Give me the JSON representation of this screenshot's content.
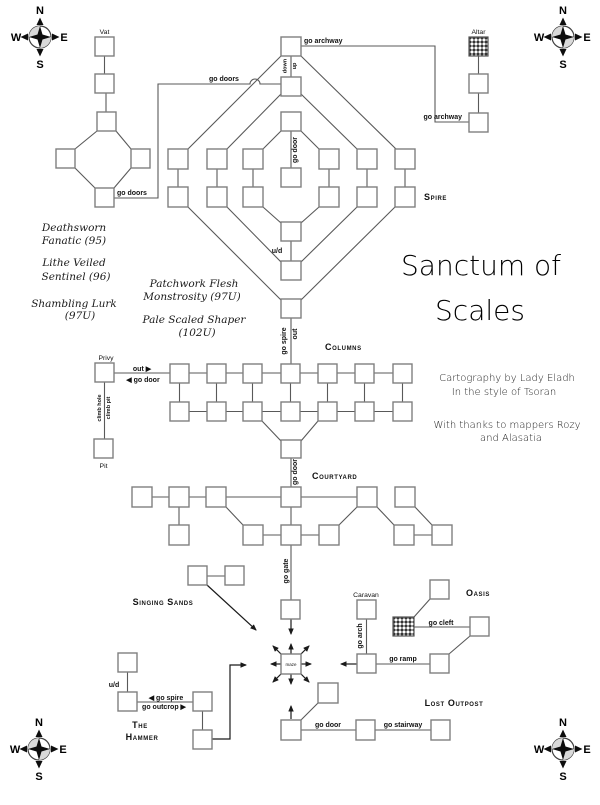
{
  "title": {
    "line1": "Sanctum of",
    "line2": "Scales"
  },
  "credits": {
    "line1": "Cartography by Lady Eladh",
    "line2": "In the style of Tsoran",
    "line3": "With thanks to mappers Rozy",
    "line4": "and Alasatia"
  },
  "compass": {
    "n": "N",
    "e": "E",
    "s": "S",
    "w": "W"
  },
  "areas": {
    "spire": "Spire",
    "columns": "Columns",
    "courtyard": "Courtyard",
    "singing_sands": "Singing Sands",
    "oasis": "Oasis",
    "lost_outpost": "Lost Outpost",
    "hammer_line1": "The",
    "hammer_line2": "Hammer"
  },
  "rooms": {
    "vat": "Vat",
    "altar": "Altar",
    "privy": "Privy",
    "pit": "Pit",
    "caravan": "Caravan",
    "maze": "maze"
  },
  "paths": {
    "go_archway_top": "go archway",
    "go_archway_altar": "go archway",
    "down": "down",
    "up": "up",
    "go_doors_upper": "go doors",
    "go_doors_lower": "go doors",
    "go_door_spire": "go door",
    "ud_spire": "u/d",
    "go_spire": "go spire",
    "out_spire": "out",
    "privy_out": "out ▶",
    "privy_go_door": "◀ go door",
    "climb_hole": "climb hole",
    "climb_pit": "climb pit",
    "go_door_courtyard": "go door",
    "go_gate": "go gate",
    "go_arch": "go arch",
    "go_cleft": "go cleft",
    "go_ramp": "go ramp",
    "go_door_outpost": "go door",
    "go_stairway": "go stairway",
    "hammer_ud": "u/d",
    "hammer_go_spire": "◀ go spire",
    "hammer_go_outcrop": "go outcrop ▶"
  },
  "creatures": [
    {
      "line1": "Deathsworn",
      "line2": "Fanatic (95)"
    },
    {
      "line1": "Lithe Veiled",
      "line2": "Sentinel (96)"
    },
    {
      "line1": "Shambling Lurk",
      "line2": "(97U)"
    },
    {
      "line1": "Patchwork Flesh",
      "line2": "Monstrosity (97U)"
    },
    {
      "line1": "Pale Scaled Shaper",
      "line2": "(102U)"
    }
  ],
  "colors": {
    "line": "#595959",
    "room_border": "#7f7f7f",
    "text": "#111111",
    "compass_shade": "#d9d9d9"
  }
}
